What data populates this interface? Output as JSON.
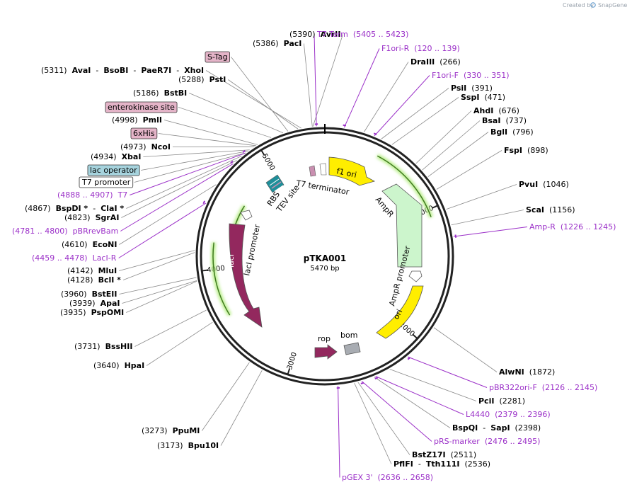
{
  "plasmid": {
    "name": "pTKA001",
    "length_label": "5470 bp",
    "length": 5470
  },
  "credit": {
    "created_by": "Created by",
    "brand": "SnapGene"
  },
  "colors": {
    "enzyme_line": "#8a8a8a",
    "primer": "#9b30c8",
    "backbone": "#222222",
    "ori": "#ffee00",
    "ampr": "#ccf5cc",
    "laci": "#93285e",
    "rop": "#93285e",
    "bom": "#a8acb2",
    "rbs_teal": "#1f8f9a",
    "tag_pink": "#c98fb0",
    "lac_operator_bg": "#a6d3dd",
    "misc_feature_bg": "#e4b4c8"
  },
  "ticks": [
    {
      "pos": 1000,
      "label": "1000"
    },
    {
      "pos": 2000,
      "label": "2000"
    },
    {
      "pos": 3000,
      "label": "3000"
    },
    {
      "pos": 4000,
      "label": "4000"
    },
    {
      "pos": 5000,
      "label": "5000"
    }
  ],
  "annotations": [
    {
      "id": "avrii",
      "parts": [
        [
          "(5390)",
          "n"
        ],
        [
          "AvrII",
          "b"
        ]
      ],
      "side": "L",
      "pos": 5390
    },
    {
      "id": "paci",
      "parts": [
        [
          "(5386)",
          "n"
        ],
        [
          "PacI",
          "b"
        ]
      ],
      "side": "L",
      "pos": 5386
    },
    {
      "id": "s-tag",
      "parts": [
        [
          "S-Tag",
          "box"
        ]
      ],
      "side": "L",
      "pos": 5220,
      "box": "misc"
    },
    {
      "id": "avai-bsobi-paer7i-xhoi",
      "parts": [
        [
          "(5311)",
          "n"
        ],
        [
          "AvaI",
          "b"
        ],
        [
          "-",
          "n"
        ],
        [
          "BsoBI",
          "b"
        ],
        [
          "-",
          "n"
        ],
        [
          "PaeR7I",
          "b"
        ],
        [
          "-",
          "n"
        ],
        [
          "XhoI",
          "b"
        ]
      ],
      "side": "L",
      "pos": 5311
    },
    {
      "id": "psti",
      "parts": [
        [
          "(5288)",
          "n"
        ],
        [
          "PstI",
          "b"
        ]
      ],
      "side": "L",
      "pos": 5288
    },
    {
      "id": "bstbi",
      "parts": [
        [
          "(5186)",
          "n"
        ],
        [
          "BstBI",
          "b"
        ]
      ],
      "side": "L",
      "pos": 5186
    },
    {
      "id": "enterokinase",
      "parts": [
        [
          "enterokinase site",
          "box"
        ]
      ],
      "side": "L",
      "pos": 5100,
      "box": "misc"
    },
    {
      "id": "pmli",
      "parts": [
        [
          "(4998)",
          "n"
        ],
        [
          "PmlI",
          "b"
        ]
      ],
      "side": "L",
      "pos": 4998
    },
    {
      "id": "6xhis",
      "parts": [
        [
          "6xHis",
          "box"
        ]
      ],
      "side": "L",
      "pos": 4985,
      "box": "misc"
    },
    {
      "id": "ncoi",
      "parts": [
        [
          "(4973)",
          "n"
        ],
        [
          "NcoI",
          "b"
        ]
      ],
      "side": "L",
      "pos": 4973
    },
    {
      "id": "xbai",
      "parts": [
        [
          "(4934)",
          "n"
        ],
        [
          "XbaI",
          "b"
        ]
      ],
      "side": "L",
      "pos": 4934
    },
    {
      "id": "lac-operator",
      "parts": [
        [
          "lac operator",
          "box"
        ]
      ],
      "side": "L",
      "pos": 4920,
      "box": "lacop"
    },
    {
      "id": "t7-promoter",
      "parts": [
        [
          "T7 promoter",
          "box"
        ]
      ],
      "side": "L",
      "pos": 4900,
      "box": "plain"
    },
    {
      "id": "t7-primer",
      "parts": [
        [
          "(4888 .. 4907)",
          "p"
        ],
        [
          "T7",
          "p"
        ]
      ],
      "side": "L",
      "pos": 4897,
      "primer": true
    },
    {
      "id": "bspdi-clai",
      "parts": [
        [
          "(4867)",
          "n"
        ],
        [
          "BspDI *",
          "b"
        ],
        [
          "-",
          "n"
        ],
        [
          "ClaI *",
          "b"
        ]
      ],
      "side": "L",
      "pos": 4867
    },
    {
      "id": "sgrai",
      "parts": [
        [
          "(4823)",
          "n"
        ],
        [
          "SgrAI",
          "b"
        ]
      ],
      "side": "L",
      "pos": 4823
    },
    {
      "id": "pbrrevbam",
      "parts": [
        [
          "(4781 .. 4800)",
          "p"
        ],
        [
          "pBRrevBam",
          "p"
        ]
      ],
      "side": "L",
      "pos": 4790,
      "primer": true
    },
    {
      "id": "econi",
      "parts": [
        [
          "(4610)",
          "n"
        ],
        [
          "EcoNI",
          "b"
        ]
      ],
      "side": "L",
      "pos": 4610
    },
    {
      "id": "laci-r",
      "parts": [
        [
          "(4459 .. 4478)",
          "p"
        ],
        [
          "LacI-R",
          "p"
        ]
      ],
      "side": "L",
      "pos": 4468,
      "primer": true
    },
    {
      "id": "mlui",
      "parts": [
        [
          "(4142)",
          "n"
        ],
        [
          "MluI",
          "b"
        ]
      ],
      "side": "L",
      "pos": 4142
    },
    {
      "id": "bcli",
      "parts": [
        [
          "(4128)",
          "n"
        ],
        [
          "BclI *",
          "b"
        ]
      ],
      "side": "L",
      "pos": 4128
    },
    {
      "id": "bsteii",
      "parts": [
        [
          "(3960)",
          "n"
        ],
        [
          "BstEII",
          "b"
        ]
      ],
      "side": "L",
      "pos": 3960
    },
    {
      "id": "apai",
      "parts": [
        [
          "(3939)",
          "n"
        ],
        [
          "ApaI",
          "b"
        ]
      ],
      "side": "L",
      "pos": 3939
    },
    {
      "id": "psp0mi",
      "parts": [
        [
          "(3935)",
          "n"
        ],
        [
          "PspOMI",
          "b"
        ]
      ],
      "side": "L",
      "pos": 3935
    },
    {
      "id": "bsshii",
      "parts": [
        [
          "(3731)",
          "n"
        ],
        [
          "BssHII",
          "b"
        ]
      ],
      "side": "L",
      "pos": 3731
    },
    {
      "id": "hpai",
      "parts": [
        [
          "(3640)",
          "n"
        ],
        [
          "HpaI",
          "b"
        ]
      ],
      "side": "L",
      "pos": 3640
    },
    {
      "id": "ppumi",
      "parts": [
        [
          "(3273)",
          "n"
        ],
        [
          "PpuMI",
          "b"
        ]
      ],
      "side": "L",
      "pos": 3273
    },
    {
      "id": "bpu10i",
      "parts": [
        [
          "(3173)",
          "n"
        ],
        [
          "Bpu10I",
          "b"
        ]
      ],
      "side": "L",
      "pos": 3173
    },
    {
      "id": "t7-term",
      "parts": [
        [
          "T7 Term",
          "p"
        ],
        [
          "(5405 .. 5423)",
          "p"
        ]
      ],
      "side": "R",
      "pos": 5414,
      "primer": true
    },
    {
      "id": "f1ori-r",
      "parts": [
        [
          "F1ori-R",
          "p"
        ],
        [
          "(120 .. 139)",
          "p"
        ]
      ],
      "side": "R",
      "pos": 130,
      "primer": true
    },
    {
      "id": "draiii",
      "parts": [
        [
          "DraIII",
          "b"
        ],
        [
          "(266)",
          "n"
        ]
      ],
      "side": "R",
      "pos": 266
    },
    {
      "id": "f1ori-f",
      "parts": [
        [
          "F1ori-F",
          "p"
        ],
        [
          "(330 .. 351)",
          "p"
        ]
      ],
      "side": "R",
      "pos": 340,
      "primer": true
    },
    {
      "id": "psii",
      "parts": [
        [
          "PsiI",
          "b"
        ],
        [
          "(391)",
          "n"
        ]
      ],
      "side": "R",
      "pos": 391
    },
    {
      "id": "sspi",
      "parts": [
        [
          "SspI",
          "b"
        ],
        [
          "(471)",
          "n"
        ]
      ],
      "side": "R",
      "pos": 471
    },
    {
      "id": "ahdi",
      "parts": [
        [
          "AhdI",
          "b"
        ],
        [
          "(676)",
          "n"
        ]
      ],
      "side": "R",
      "pos": 676
    },
    {
      "id": "bsai",
      "parts": [
        [
          "BsaI",
          "b"
        ],
        [
          "(737)",
          "n"
        ]
      ],
      "side": "R",
      "pos": 737
    },
    {
      "id": "bgli",
      "parts": [
        [
          "BglI",
          "b"
        ],
        [
          "(796)",
          "n"
        ]
      ],
      "side": "R",
      "pos": 796
    },
    {
      "id": "fspi",
      "parts": [
        [
          "FspI",
          "b"
        ],
        [
          "(898)",
          "n"
        ]
      ],
      "side": "R",
      "pos": 898
    },
    {
      "id": "pvui",
      "parts": [
        [
          "PvuI",
          "b"
        ],
        [
          "(1046)",
          "n"
        ]
      ],
      "side": "R",
      "pos": 1046
    },
    {
      "id": "scai",
      "parts": [
        [
          "ScaI",
          "b"
        ],
        [
          "(1156)",
          "n"
        ]
      ],
      "side": "R",
      "pos": 1156
    },
    {
      "id": "amp-r",
      "parts": [
        [
          "Amp-R",
          "p"
        ],
        [
          "(1226 .. 1245)",
          "p"
        ]
      ],
      "side": "R",
      "pos": 1235,
      "primer": true
    },
    {
      "id": "alwni",
      "parts": [
        [
          "AlwNI",
          "b"
        ],
        [
          "(1872)",
          "n"
        ]
      ],
      "side": "R",
      "pos": 1872
    },
    {
      "id": "pbr322ori-f",
      "parts": [
        [
          "pBR322ori-F",
          "p"
        ],
        [
          "(2126 .. 2145)",
          "p"
        ]
      ],
      "side": "R",
      "pos": 2135,
      "primer": true
    },
    {
      "id": "pcii",
      "parts": [
        [
          "PciI",
          "b"
        ],
        [
          "(2281)",
          "n"
        ]
      ],
      "side": "R",
      "pos": 2281
    },
    {
      "id": "l4440",
      "parts": [
        [
          "L4440",
          "p"
        ],
        [
          "(2379 .. 2396)",
          "p"
        ]
      ],
      "side": "R",
      "pos": 2387,
      "primer": true
    },
    {
      "id": "bspqi-sapi",
      "parts": [
        [
          "BspQI",
          "b"
        ],
        [
          "-",
          "n"
        ],
        [
          "SapI",
          "b"
        ],
        [
          "(2398)",
          "n"
        ]
      ],
      "side": "R",
      "pos": 2398
    },
    {
      "id": "prs-marker",
      "parts": [
        [
          "pRS-marker",
          "p"
        ],
        [
          "(2476 .. 2495)",
          "p"
        ]
      ],
      "side": "R",
      "pos": 2485,
      "primer": true
    },
    {
      "id": "bstz17i",
      "parts": [
        [
          "BstZ17I",
          "b"
        ],
        [
          "(2511)",
          "n"
        ]
      ],
      "side": "R",
      "pos": 2511
    },
    {
      "id": "pflfi-tth111i",
      "parts": [
        [
          "PflFI",
          "b"
        ],
        [
          "-",
          "n"
        ],
        [
          "Tth111I",
          "b"
        ],
        [
          "(2536)",
          "n"
        ]
      ],
      "side": "R",
      "pos": 2536
    },
    {
      "id": "pgex3",
      "parts": [
        [
          "pGEX 3'",
          "p"
        ],
        [
          "(2636 .. 2658)",
          "p"
        ]
      ],
      "side": "R",
      "pos": 2647,
      "primer": true
    }
  ],
  "features": [
    {
      "id": "f1-ori",
      "label": "f1 ori"
    },
    {
      "id": "ampr",
      "label": "AmpR"
    },
    {
      "id": "ampr-promoter",
      "label": "AmpR promoter"
    },
    {
      "id": "ori",
      "label": "ori"
    },
    {
      "id": "rop",
      "label": "rop"
    },
    {
      "id": "bom",
      "label": "bom"
    },
    {
      "id": "laci",
      "label": "lacI"
    },
    {
      "id": "laci-promoter",
      "label": "lacI promoter"
    },
    {
      "id": "t7-terminator",
      "label": "T7 terminator"
    },
    {
      "id": "rbs",
      "label": "RBS"
    },
    {
      "id": "tev-site",
      "label": "TEV site"
    }
  ]
}
